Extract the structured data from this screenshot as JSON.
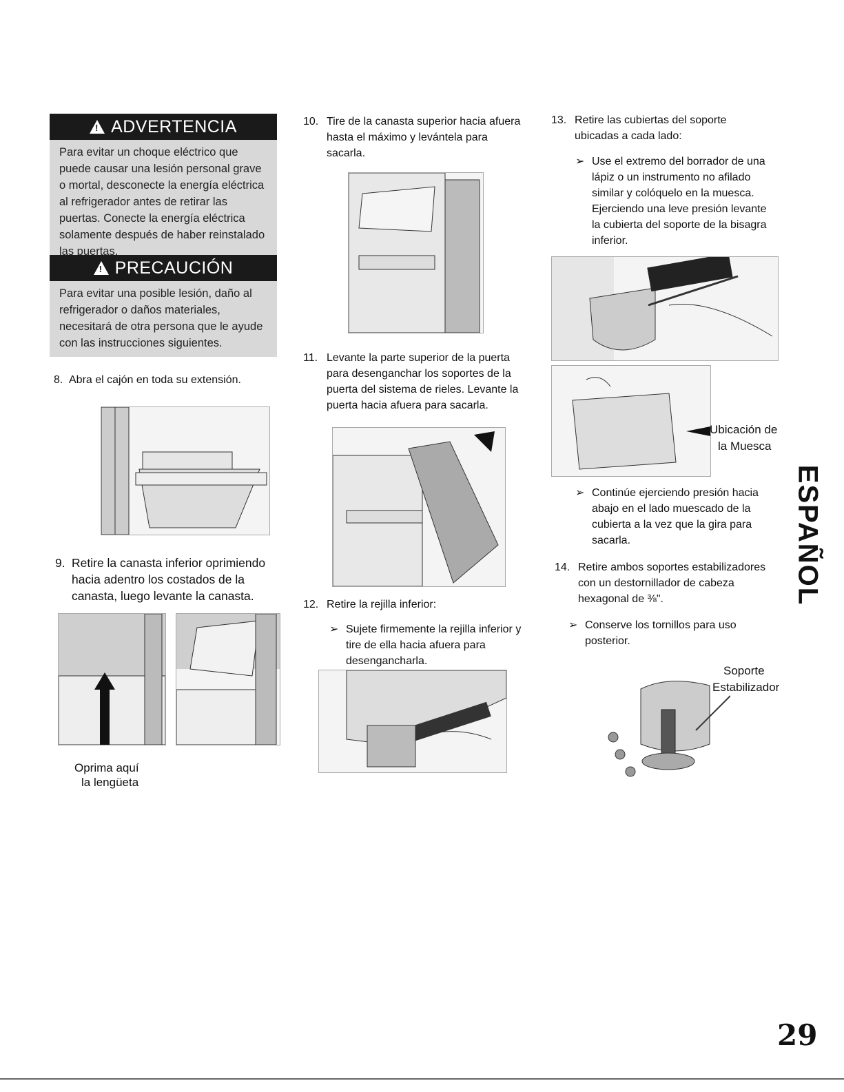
{
  "warning": {
    "title": "ADVERTENCIA",
    "body": "Para evitar un choque eléctrico que puede causar una lesión personal grave o mortal, desconecte la energía eléctrica al refrigerador antes de retirar las puertas. Conecte la energía eléctrica solamente después de haber reinstalado las puertas."
  },
  "caution": {
    "title": "PRECAUCIÓN",
    "body": "Para evitar una posible lesión, daño al refrigerador o daños materiales, necesitará de otra persona que le ayude con las instrucciones siguientes."
  },
  "steps": [
    {
      "num": "8.",
      "text": "Abra el cajón en toda su extensión."
    },
    {
      "num": "9.",
      "text": "Retire la canasta inferior oprimiendo hacia adentro los costados de la canasta, luego levante la canasta."
    },
    {
      "num": "10.",
      "text": "Tire de la canasta superior hacia afuera hasta el máximo y levántela para sacarla."
    },
    {
      "num": "11.",
      "text": "Levante la parte superior de la puerta para desenganchar los soportes de la puerta del sistema de rieles. Levante la puerta hacia afuera para sacarla."
    },
    {
      "num": "12.",
      "text": "Retire la rejilla inferior:"
    },
    {
      "num": "13.",
      "text": "Retire las cubiertas del soporte ubicadas a cada lado:"
    },
    {
      "num": "14.",
      "text": "Retire ambos soportes estabilizadores con un destornillador de cabeza hexagonal de ⅜\"."
    }
  ],
  "bullets": {
    "b12": "Sujete firmemente la rejilla inferior y tire de ella hacia afuera para desengancharla.",
    "b13a": "Use el extremo del borrador de una lápiz o un instrumento no afilado similar y colóquelo en la muesca. Ejerciendo una leve presión levante la cubierta del soporte de la bisagra inferior.",
    "b13b": "Continúe ejerciendo presión hacia abajo en el lado muescado de la cubierta a la vez que la gira para sacarla.",
    "b14": "Conserve los tornillos para uso posterior.",
    "arrow": "➢"
  },
  "labels": {
    "press_line1": "Oprima aquí",
    "press_line2": "la lengüeta",
    "notch_line1": "Ubicación de",
    "notch_line2": "la Muesca",
    "bracket_line1": "Soporte",
    "bracket_line2": "Estabilizador"
  },
  "side_tab": "ESPAÑOL",
  "page_number": "29"
}
